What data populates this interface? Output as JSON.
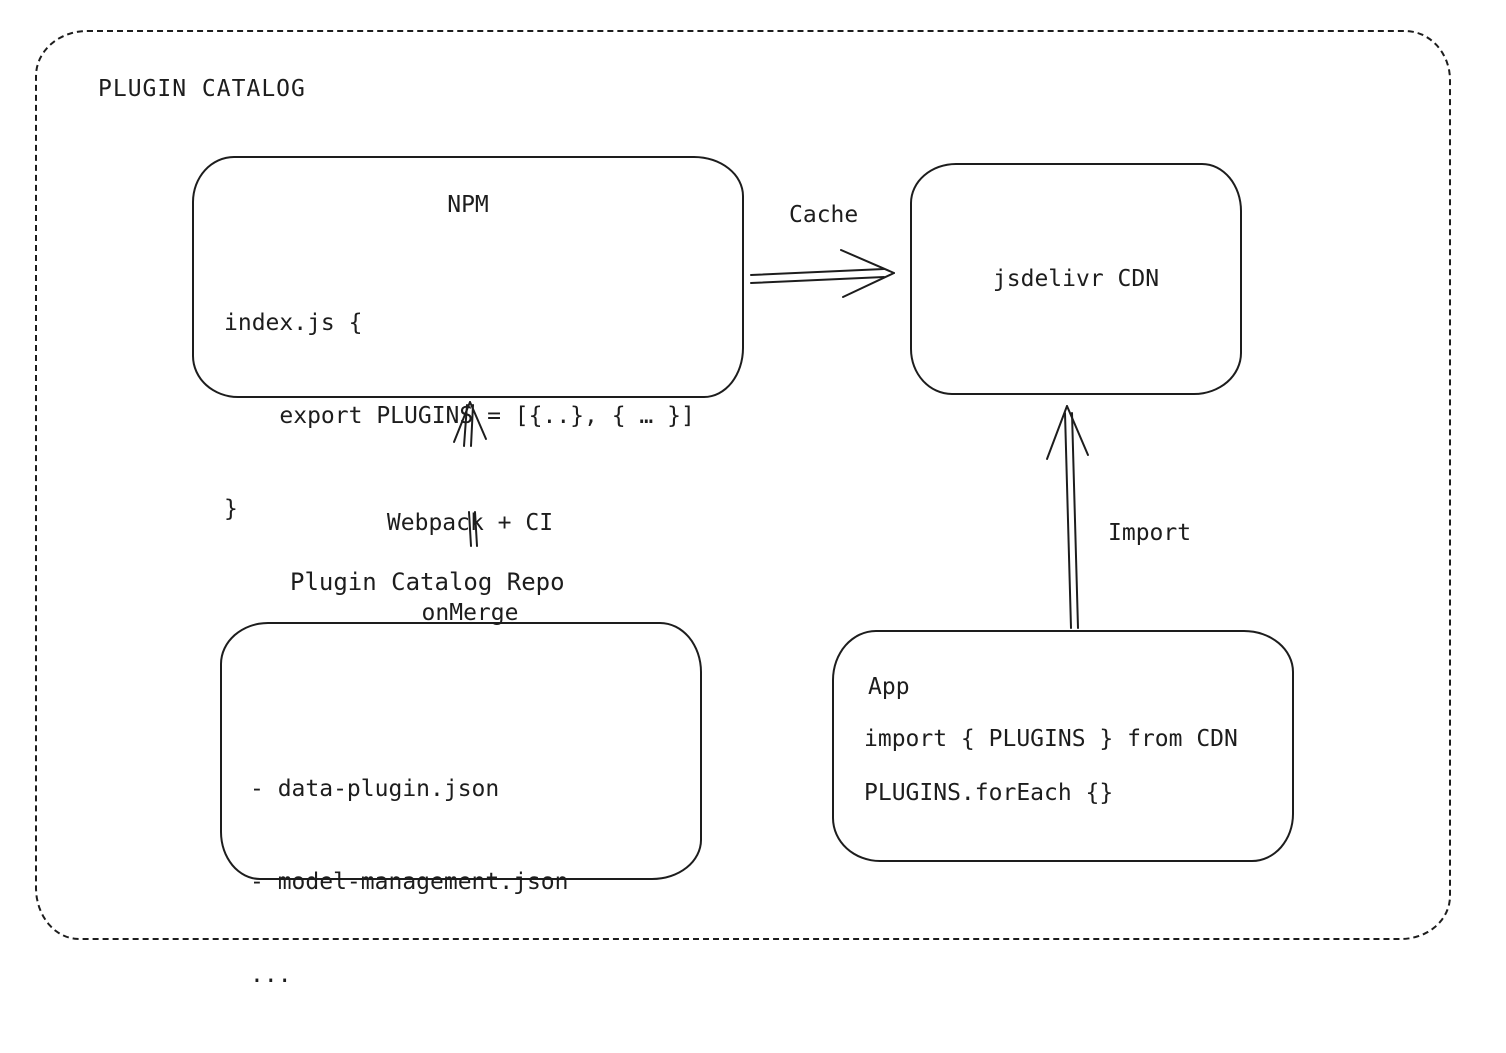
{
  "diagram": {
    "title": "PLUGIN CATALOG",
    "nodes": {
      "npm": {
        "title": "NPM",
        "code_lines": {
          "0": "index.js {",
          "1": "    export PLUGINS = [{..}, { … }]",
          "2": "}"
        }
      },
      "cdn": {
        "label": "jsdelivr CDN"
      },
      "repo": {
        "label": "Plugin Catalog Repo",
        "items": {
          "0": "- data-plugin.json",
          "1": "- model-management.json",
          "2": "..."
        }
      },
      "app": {
        "title": "App",
        "lines": {
          "0": "import { PLUGINS } from CDN",
          "1": "PLUGINS.forEach {}"
        }
      }
    },
    "edges": {
      "cache": {
        "label": "Cache"
      },
      "build": {
        "label_line1": "Webpack + CI",
        "label_line2": "onMerge"
      },
      "import": {
        "label": "Import"
      }
    }
  }
}
